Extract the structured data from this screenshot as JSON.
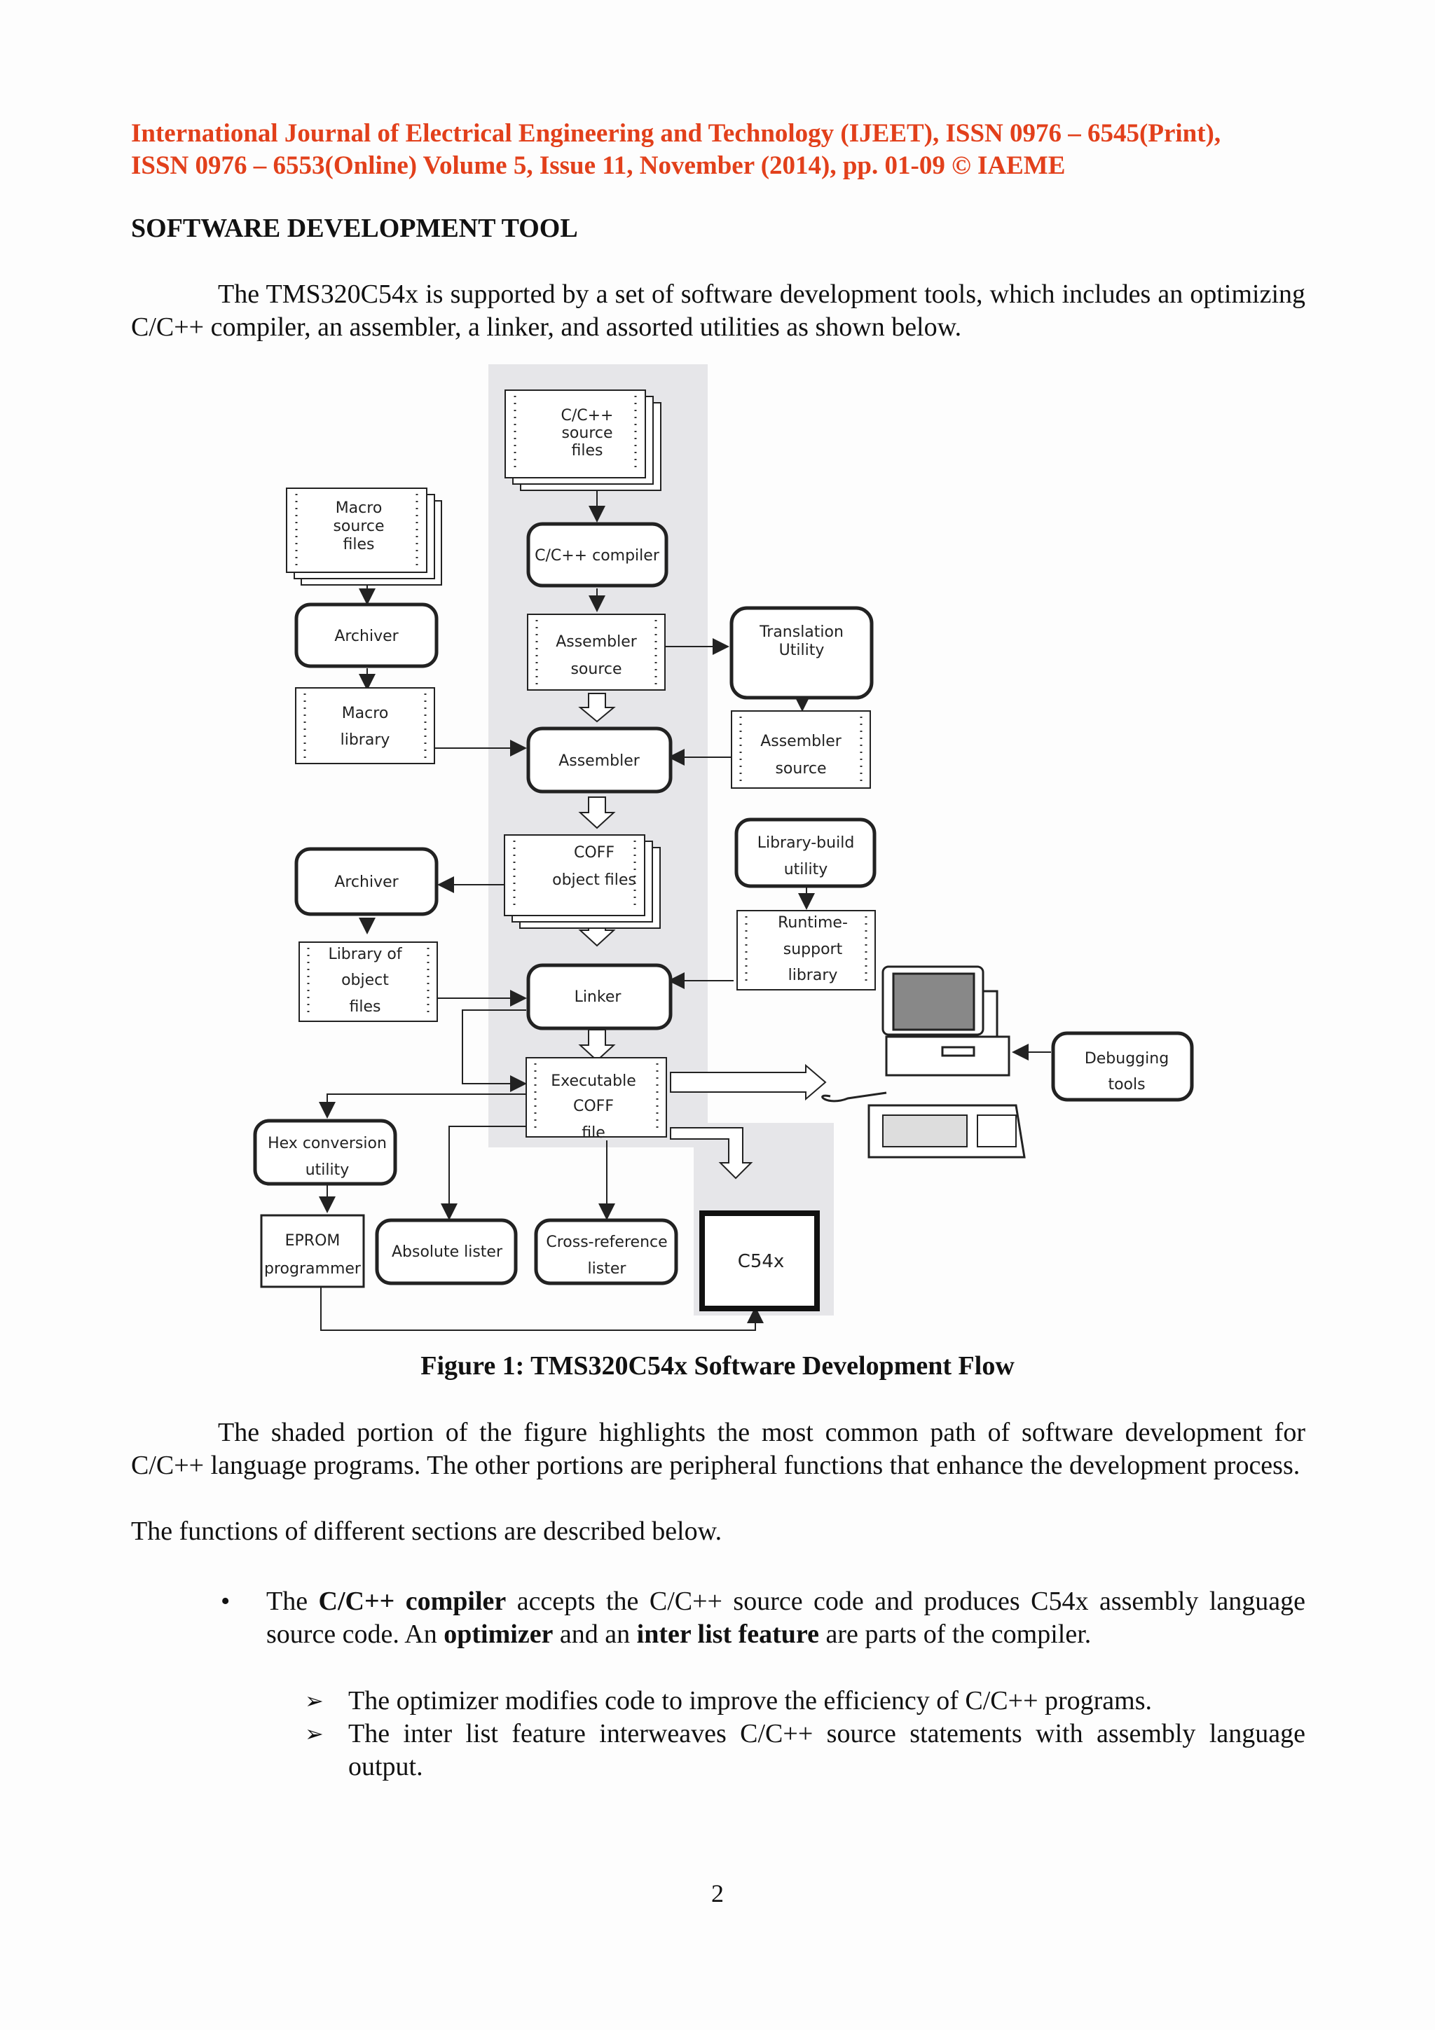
{
  "header": {
    "line1": "International Journal of Electrical Engineering and Technology (IJEET), ISSN 0976 – 6545(Print),",
    "line2": "ISSN 0976 – 6553(Online) Volume 5, Issue 11, November (2014), pp. 01-09 © IAEME"
  },
  "section_title": "SOFTWARE DEVELOPMENT TOOL",
  "intro": "The TMS320C54x is supported by a set of software development tools, which includes an optimizing C/C++ compiler, an assembler, a linker, and assorted utilities as shown below.",
  "figure": {
    "caption": "Figure 1: TMS320C54x Software Development Flow",
    "nodes": {
      "cpp_source": [
        "C/C++",
        "source",
        "files"
      ],
      "macro_source": [
        "Macro",
        "source",
        "files"
      ],
      "cpp_compiler": [
        "C/C++  compiler"
      ],
      "archiver1": [
        "Archiver"
      ],
      "assembler_source1": [
        "Assembler",
        "source"
      ],
      "translation_utility": [
        "Translation",
        "Utility"
      ],
      "macro_library": [
        "Macro",
        "library"
      ],
      "assembler": [
        "Assembler"
      ],
      "assembler_source2": [
        "Assembler",
        "source"
      ],
      "archiver2": [
        "Archiver"
      ],
      "coff_objects": [
        "COFF",
        "object files"
      ],
      "library_build": [
        "Library-build",
        "utility"
      ],
      "runtime_library": [
        "Runtime-",
        "support",
        "library"
      ],
      "library_objects": [
        "Library of",
        "object",
        "files"
      ],
      "linker": [
        "Linker"
      ],
      "executable_coff": [
        "Executable",
        "COFF",
        "file"
      ],
      "debugging_tools": [
        "Debugging",
        "tools"
      ],
      "hex_conversion": [
        "Hex conversion",
        "utility"
      ],
      "eprom": [
        "EPROM",
        "programmer"
      ],
      "absolute_lister": [
        "Absolute lister"
      ],
      "cross_reference": [
        "Cross-reference",
        "lister"
      ],
      "c54x": [
        "C54x"
      ]
    }
  },
  "para2": "The shaded portion of the figure highlights the most common path of software development for C/C++ language programs. The other portions are peripheral functions that enhance the development process.",
  "para3": "The functions of different sections are described below.",
  "bullet": {
    "mark": "•",
    "t1": "The ",
    "b1": "C/C++ compiler",
    "t2": " accepts the C/C++ source code and produces C54x assembly language source code. An ",
    "b2": "optimizer",
    "t3": " and an ",
    "b3": "inter list feature",
    "t4": " are parts of the compiler."
  },
  "subbullets": [
    "The optimizer modifies code to improve the efficiency of C/C++ programs.",
    "The inter list feature interweaves C/C++ source statements with assembly language output."
  ],
  "sub_mark": "➢",
  "page_number": "2"
}
